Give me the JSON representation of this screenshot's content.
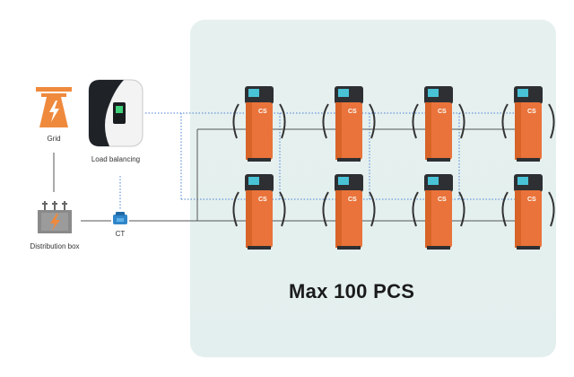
{
  "labels": {
    "grid": "Grid",
    "load_balancing": "Load balancing",
    "distribution_box": "Distribution box",
    "ct": "CT",
    "max": "Max 100 PCS"
  },
  "charger_logo": "CS",
  "colors": {
    "orange": "#e9733a",
    "panel": "#e6f1ef",
    "wire_solid": "#555555",
    "wire_dotted": "#4a7fd4",
    "ct_blue": "#2f86c9"
  }
}
